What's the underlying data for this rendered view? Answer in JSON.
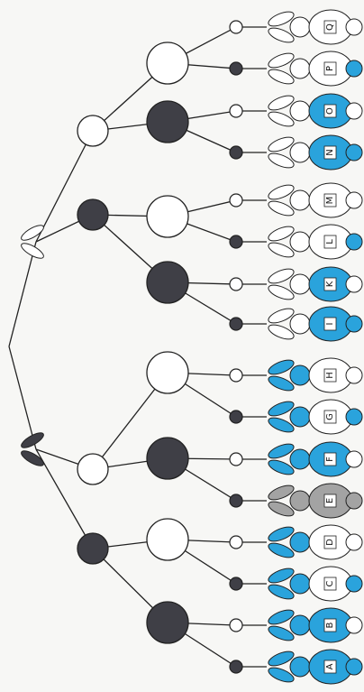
{
  "colors": {
    "paper": "#f7f7f5",
    "line": "#222222",
    "dark_node": "#3f3f46",
    "light_node": "#ffffff",
    "blue": "#2aa3dc",
    "grey": "#a3a3a3"
  },
  "root_ears": [
    {
      "id": "dark-ears",
      "fill": "dark_node"
    },
    {
      "id": "light-ears",
      "fill": "light_node"
    }
  ],
  "rabbits": [
    {
      "label": "A",
      "ears": "blue",
      "body": "blue",
      "tail": "blue"
    },
    {
      "label": "B",
      "ears": "blue",
      "body": "blue",
      "tail": "none"
    },
    {
      "label": "C",
      "ears": "blue",
      "body": "white",
      "tail": "blue"
    },
    {
      "label": "D",
      "ears": "blue",
      "body": "white",
      "tail": "none"
    },
    {
      "label": "E",
      "ears": "grey",
      "body": "grey",
      "tail": "grey"
    },
    {
      "label": "F",
      "ears": "blue",
      "body": "blue",
      "tail": "none"
    },
    {
      "label": "G",
      "ears": "blue",
      "body": "white",
      "tail": "blue"
    },
    {
      "label": "H",
      "ears": "blue",
      "body": "white",
      "tail": "none"
    },
    {
      "label": "I",
      "ears": "white",
      "body": "blue",
      "tail": "blue"
    },
    {
      "label": "K",
      "ears": "white",
      "body": "blue",
      "tail": "none"
    },
    {
      "label": "L",
      "ears": "white",
      "body": "white",
      "tail": "blue"
    },
    {
      "label": "M",
      "ears": "white",
      "body": "white",
      "tail": "none"
    },
    {
      "label": "N",
      "ears": "white",
      "body": "blue",
      "tail": "blue"
    },
    {
      "label": "O",
      "ears": "white",
      "body": "blue",
      "tail": "none"
    },
    {
      "label": "P",
      "ears": "white",
      "body": "white",
      "tail": "blue"
    },
    {
      "label": "Q",
      "ears": "white",
      "body": "white",
      "tail": "none"
    }
  ]
}
